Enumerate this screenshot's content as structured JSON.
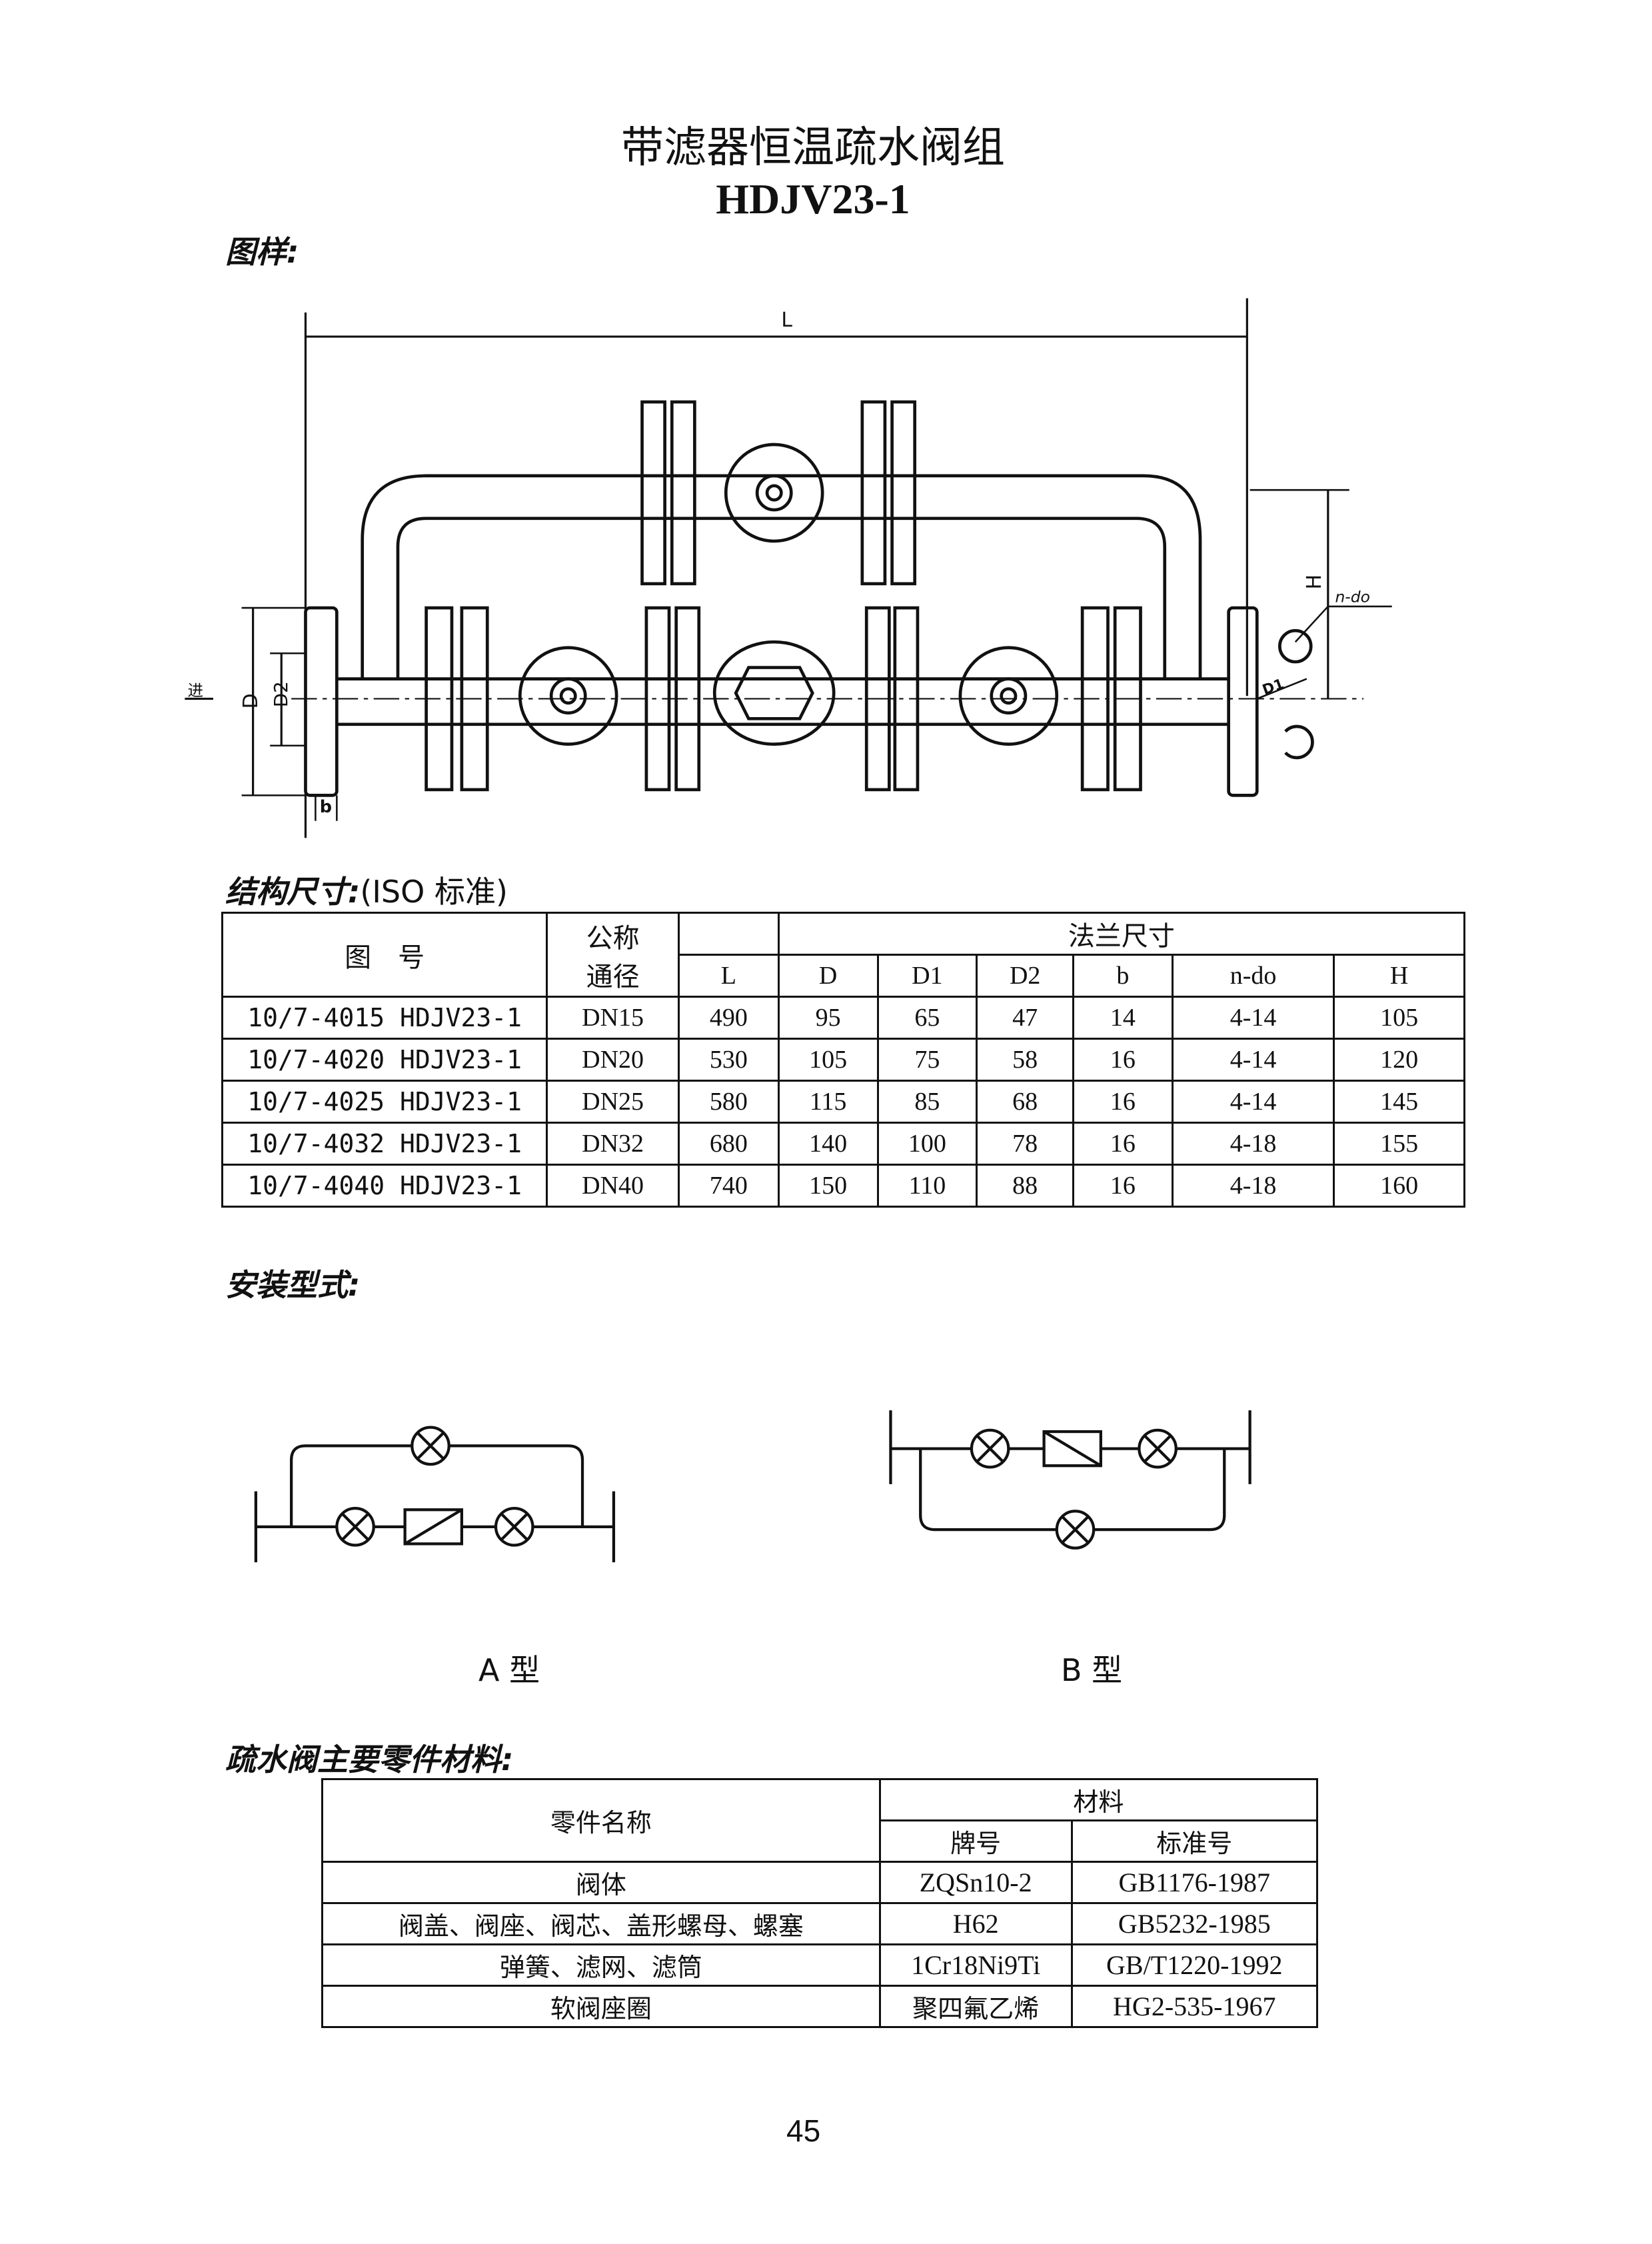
{
  "title": "带滤器恒温疏水阀组",
  "model": "HDJV23-1",
  "sections": {
    "drawing": "图样:",
    "dimensions": "结构尺寸:",
    "dimensions_note": "(ISO 标准)",
    "install": "安装型式:",
    "materials": "疏水阀主要零件材料:"
  },
  "drawing_labels": {
    "L": "L",
    "H": "H",
    "n_do": "n-do",
    "D": "D",
    "D1": "D1",
    "D2": "D2",
    "b": "b",
    "inlet": "进"
  },
  "dim_table": {
    "h_drawing_no": "图　号",
    "h_nominal_1": "公称",
    "h_nominal_2": "通径",
    "h_flange": "法兰尺寸",
    "cols": [
      "L",
      "D",
      "D1",
      "D2",
      "b",
      "n-do",
      "H"
    ],
    "rows": [
      [
        "10/7-4015 HDJV23-1",
        "DN15",
        "490",
        "95",
        "65",
        "47",
        "14",
        "4-14",
        "105"
      ],
      [
        "10/7-4020 HDJV23-1",
        "DN20",
        "530",
        "105",
        "75",
        "58",
        "16",
        "4-14",
        "120"
      ],
      [
        "10/7-4025 HDJV23-1",
        "DN25",
        "580",
        "115",
        "85",
        "68",
        "16",
        "4-14",
        "145"
      ],
      [
        "10/7-4032 HDJV23-1",
        "DN32",
        "680",
        "140",
        "100",
        "78",
        "16",
        "4-18",
        "155"
      ],
      [
        "10/7-4040 HDJV23-1",
        "DN40",
        "740",
        "150",
        "110",
        "88",
        "16",
        "4-18",
        "160"
      ]
    ]
  },
  "install": {
    "type_a": "A 型",
    "type_b": "B 型"
  },
  "mat_table": {
    "h_part": "零件名称",
    "h_material": "材料",
    "h_grade": "牌号",
    "h_standard": "标准号",
    "rows": [
      [
        "阀体",
        "ZQSn10-2",
        "GB1176-1987"
      ],
      [
        "阀盖、阀座、阀芯、盖形螺母、螺塞",
        "H62",
        "GB5232-1985"
      ],
      [
        "弹簧、滤网、滤筒",
        "1Cr18Ni9Ti",
        "GB/T1220-1992"
      ],
      [
        "软阀座圈",
        "聚四氟乙烯",
        "HG2-535-1967"
      ]
    ]
  },
  "page_number": "45"
}
